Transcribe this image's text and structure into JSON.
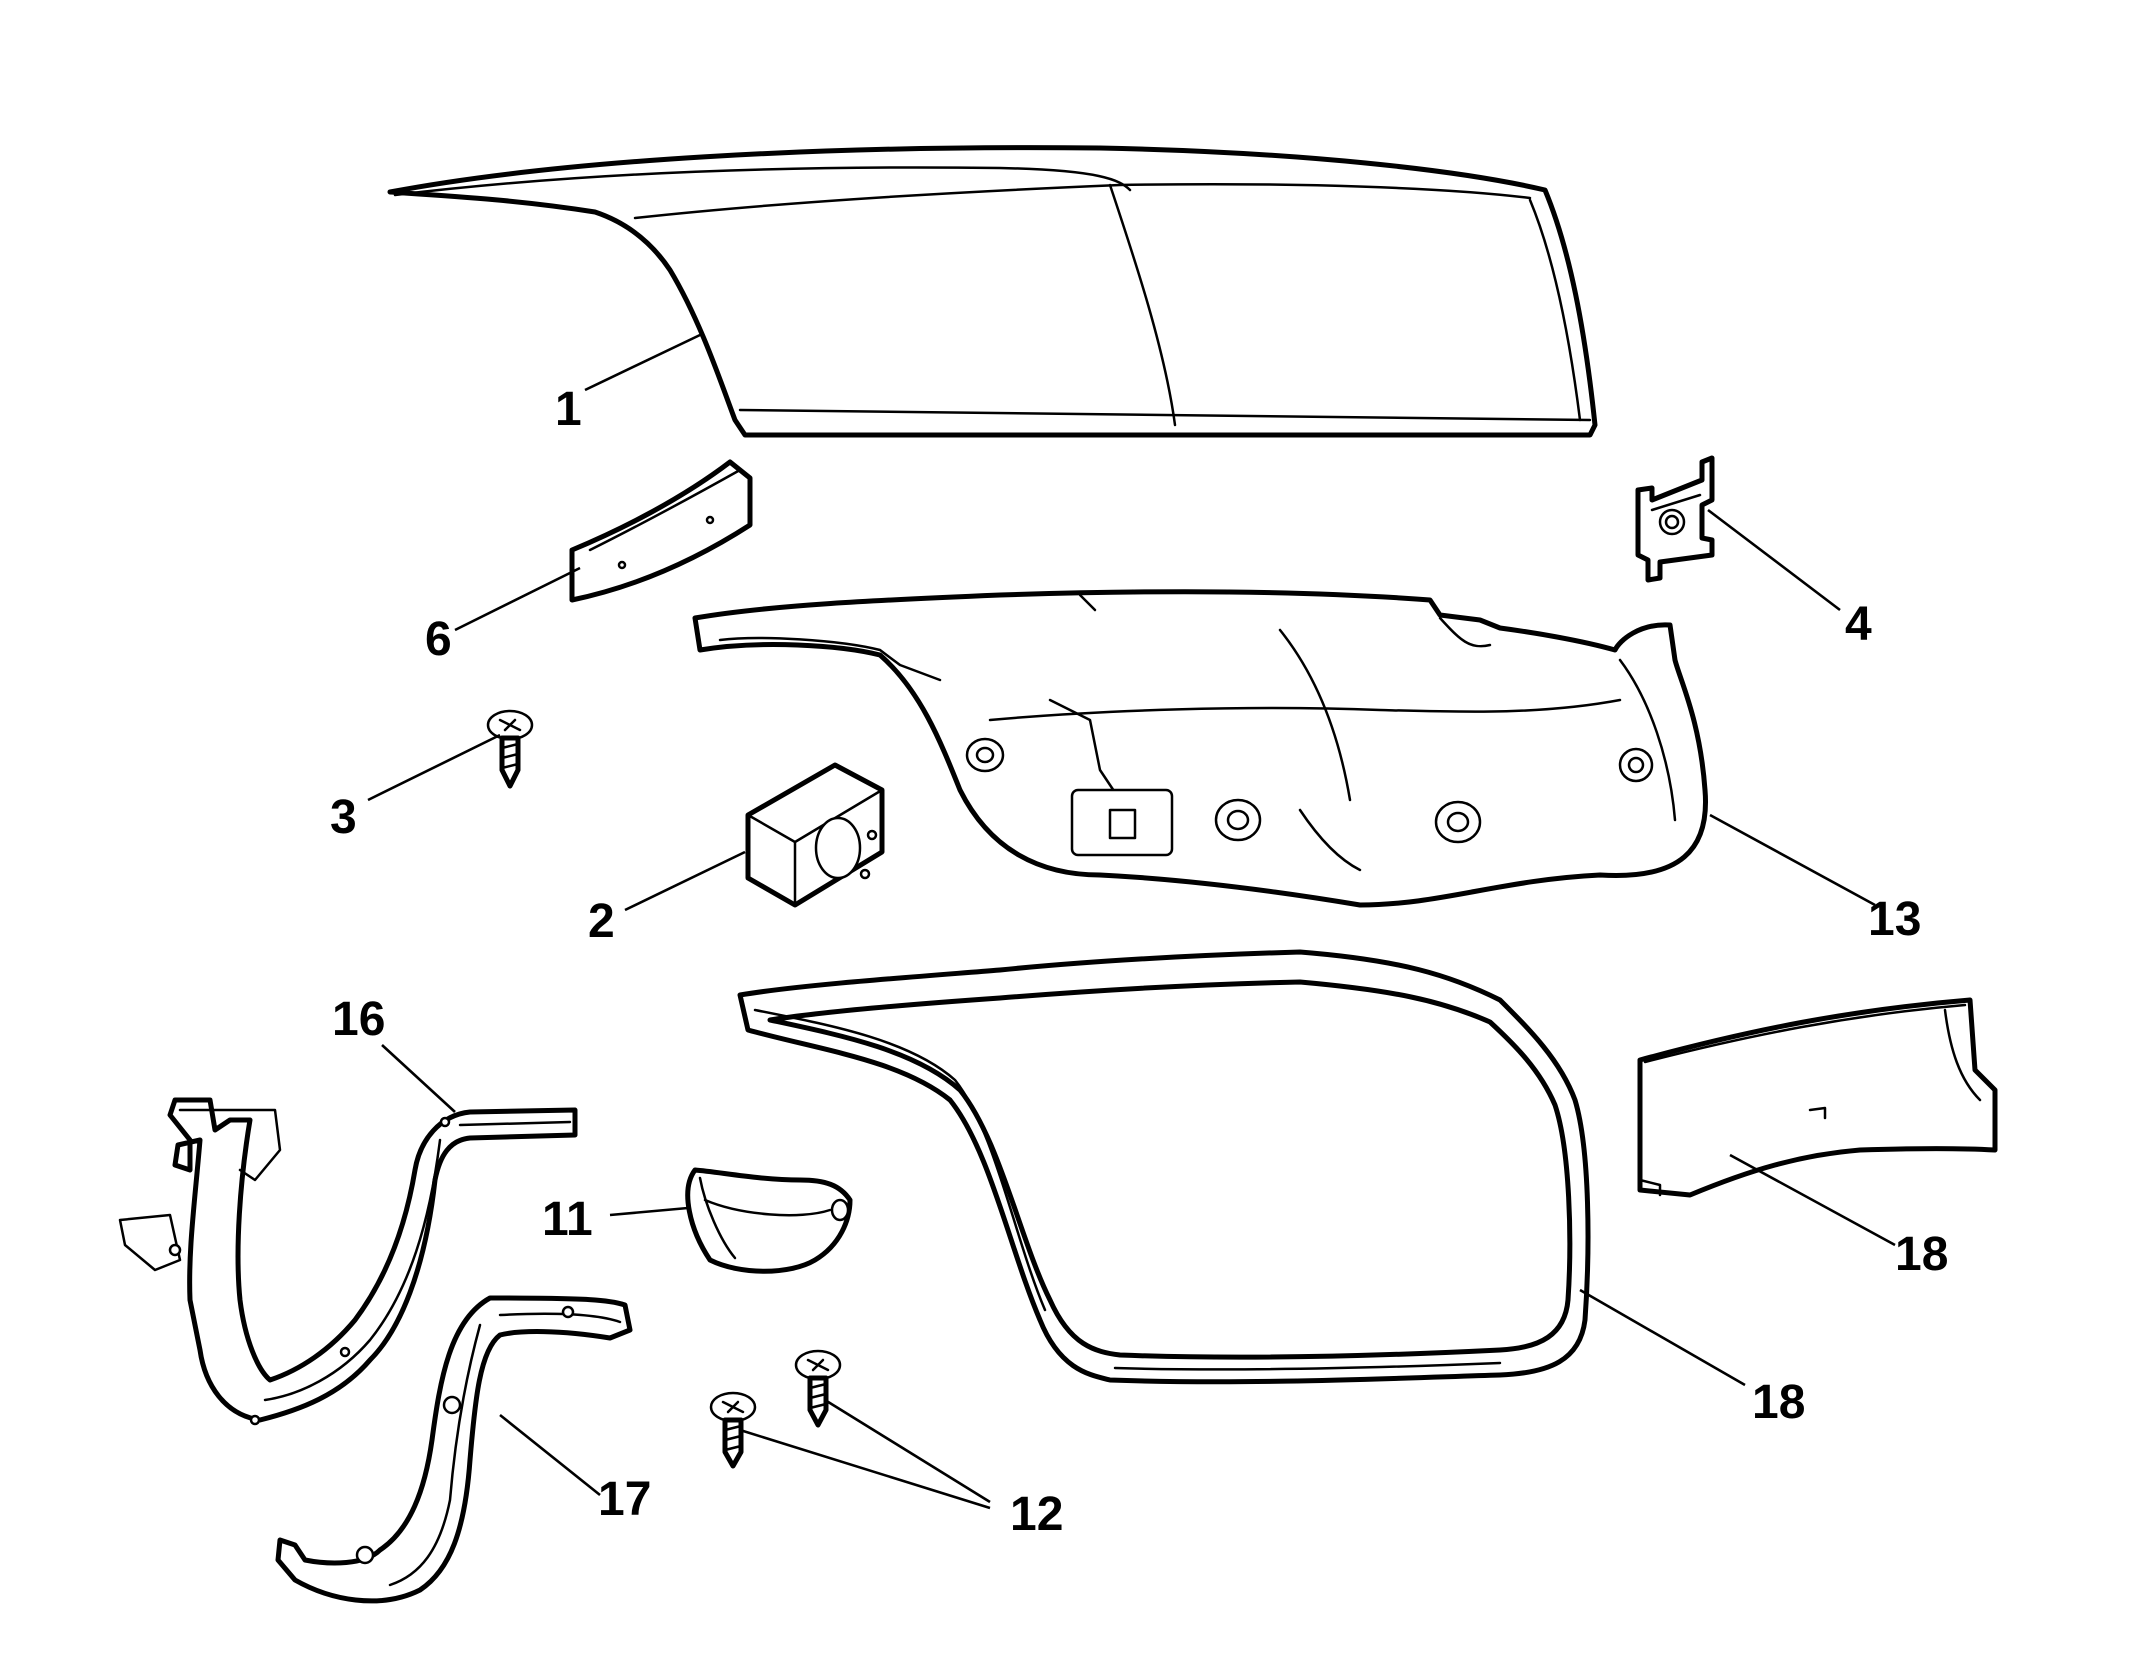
{
  "diagram": {
    "callouts": [
      {
        "id": "c1",
        "label": "1"
      },
      {
        "id": "c2",
        "label": "2"
      },
      {
        "id": "c3",
        "label": "3"
      },
      {
        "id": "c4",
        "label": "4"
      },
      {
        "id": "c6",
        "label": "6"
      },
      {
        "id": "c11",
        "label": "11"
      },
      {
        "id": "c12",
        "label": "12"
      },
      {
        "id": "c13",
        "label": "13"
      },
      {
        "id": "c16",
        "label": "16"
      },
      {
        "id": "c17",
        "label": "17"
      },
      {
        "id": "c18a",
        "label": "18"
      },
      {
        "id": "c18b",
        "label": "18"
      }
    ]
  }
}
